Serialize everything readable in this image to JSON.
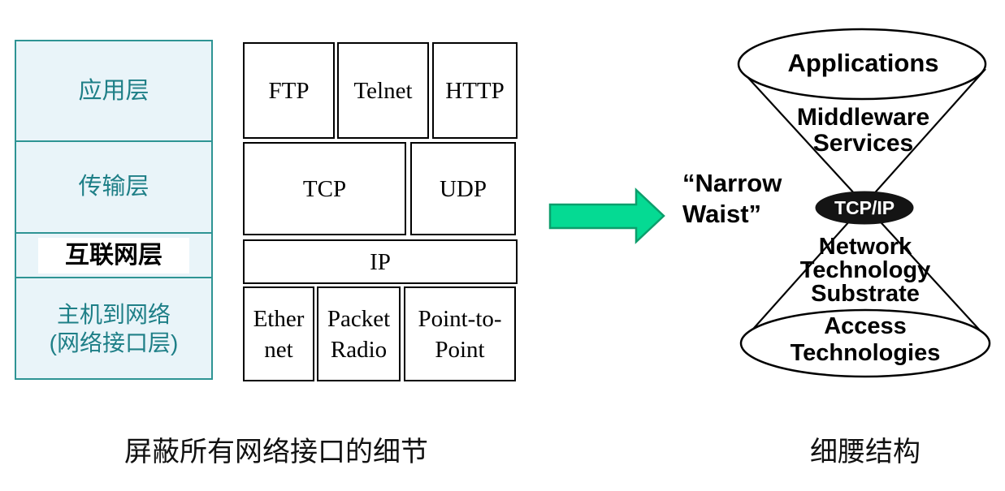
{
  "layer_stack": {
    "rows": [
      {
        "label": "应用层",
        "highlighted": false
      },
      {
        "label": "传输层",
        "highlighted": false
      },
      {
        "label": "互联网层",
        "highlighted": true
      },
      {
        "label": "主机到网络\n(网络接口层)",
        "highlighted": false
      }
    ]
  },
  "protocol_stack": {
    "application_row": [
      "FTP",
      "Telnet",
      "HTTP"
    ],
    "transport_row": [
      "TCP",
      "UDP"
    ],
    "internet_row": [
      "IP"
    ],
    "link_row": [
      "Ether\nnet",
      "Packet\nRadio",
      "Point-to-\nPoint"
    ]
  },
  "hourglass": {
    "top_label": "Applications",
    "upper_label": "Middleware\nServices",
    "waist_label": "TCP/IP",
    "waist_annotation": "“Narrow\nWaist”",
    "lower_label": "Network\nTechnology\nSubstrate",
    "bottom_label": "Access\nTechnologies"
  },
  "captions": {
    "left": "屏蔽所有网络接口的细节",
    "right": "细腰结构"
  },
  "colors": {
    "stack_border": "#2e9494",
    "stack_background": "#e9f4f9",
    "stack_text": "#1e7f87",
    "highlight_background": "#ffffff",
    "highlight_text": "#000000",
    "arrow_fill": "#05da93",
    "arrow_stroke": "#0d9e6c",
    "diagram_line": "#000000",
    "waist_fill": "#141414",
    "waist_text": "#ffffff"
  }
}
